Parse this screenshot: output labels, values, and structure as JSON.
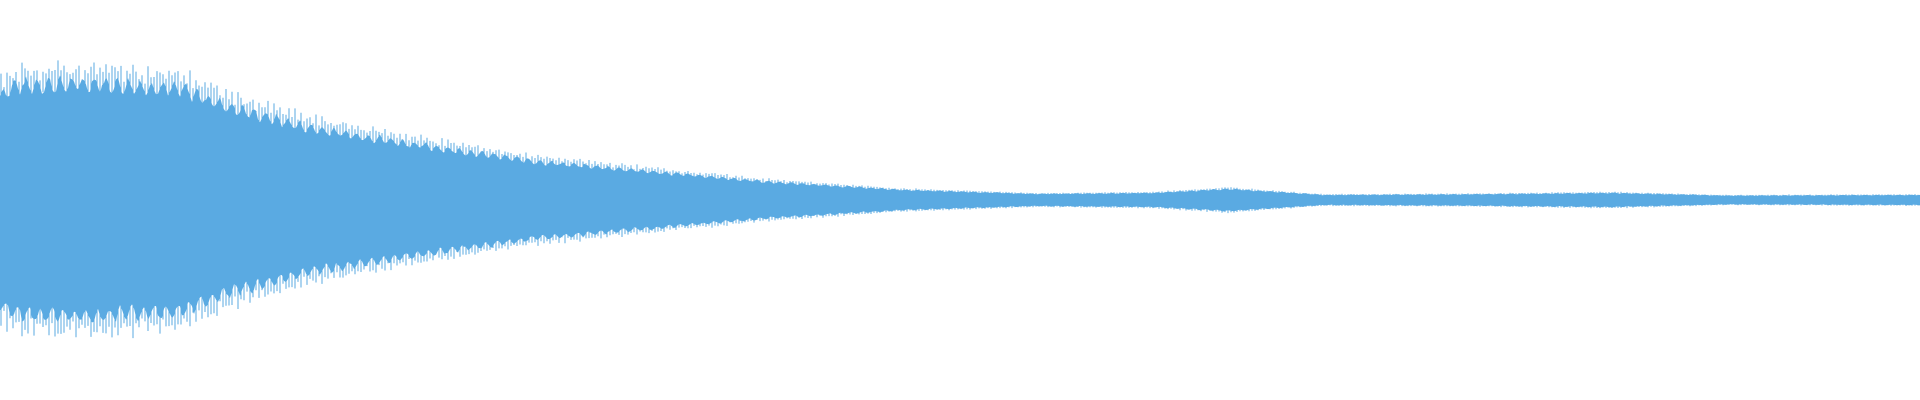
{
  "waveform": {
    "color": "#5aaae2",
    "background": "#ffffff",
    "envelope_profile": [
      {
        "t": 0.0,
        "amp": 0.52
      },
      {
        "t": 0.008,
        "amp": 0.57
      },
      {
        "t": 0.05,
        "amp": 0.58
      },
      {
        "t": 0.095,
        "amp": 0.55
      },
      {
        "t": 0.12,
        "amp": 0.46
      },
      {
        "t": 0.16,
        "amp": 0.36
      },
      {
        "t": 0.22,
        "amp": 0.27
      },
      {
        "t": 0.28,
        "amp": 0.19
      },
      {
        "t": 0.34,
        "amp": 0.14
      },
      {
        "t": 0.4,
        "amp": 0.09
      },
      {
        "t": 0.47,
        "amp": 0.05
      },
      {
        "t": 0.54,
        "amp": 0.03
      },
      {
        "t": 0.6,
        "amp": 0.035
      },
      {
        "t": 0.64,
        "amp": 0.055
      },
      {
        "t": 0.69,
        "amp": 0.025
      },
      {
        "t": 0.76,
        "amp": 0.028
      },
      {
        "t": 0.84,
        "amp": 0.035
      },
      {
        "t": 0.9,
        "amp": 0.022
      },
      {
        "t": 1.0,
        "amp": 0.025
      }
    ]
  }
}
